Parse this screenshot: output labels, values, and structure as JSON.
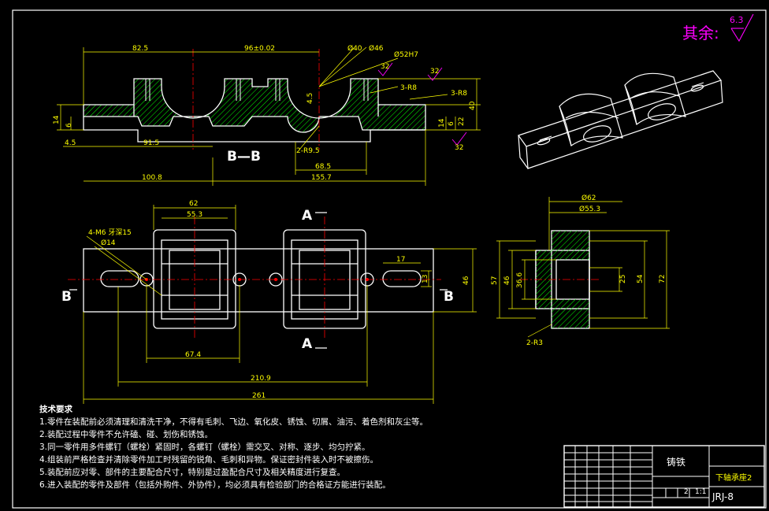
{
  "colors": {
    "outline": "#ffffff",
    "dimension": "#ffff00",
    "hatch": "#00ff00",
    "center": "#ff0000",
    "roughness": "#ff00ff",
    "frame": "#ffffff"
  },
  "surface_finish": {
    "label": "其余:",
    "value": "6.3"
  },
  "section_labels": {
    "bb_section": "B—B",
    "a_top": "A",
    "a_bottom": "A",
    "b_left": "B",
    "b_right": "B"
  },
  "dimensions": {
    "section": {
      "d82_5": "82.5",
      "d96": "96±0.02",
      "phi40": "Ø40",
      "phi46": "Ø46",
      "phi52": "Ø52H7",
      "r3_8_top": "3-R8",
      "r3_8_right": "3-R8",
      "r32a": "32",
      "r32b": "32",
      "r32c": "32",
      "h4_5": "4.5",
      "h14": "14",
      "h6": "6",
      "h14r": "14",
      "h6r": "6",
      "h22": "22",
      "h40": "40",
      "d91_5": "91.5",
      "r2_9_5": "2-R9.5",
      "d68_5": "68.5",
      "d100_8": "100.8",
      "d155_7": "155.7",
      "ab": "4.5"
    },
    "top_view": {
      "d62": "62",
      "d55_3": "55.3",
      "m6": "4-M6 牙深15",
      "phi14": "Ø14",
      "d17": "17",
      "d13": "13",
      "d46": "46",
      "d67_4": "67.4",
      "d210_9": "210.9",
      "d261": "261"
    },
    "side_view": {
      "phi62": "Ø62",
      "phi55_3": "Ø55.3",
      "d57": "57",
      "d46": "46",
      "d36_6": "36.6",
      "d25": "25",
      "d54": "54",
      "d72": "72",
      "r2_r3": "2-R3"
    }
  },
  "notes": {
    "title": "技术要求",
    "items": [
      "1.零件在装配前必须清理和清洗干净，不得有毛刺、飞边、氧化皮、锈蚀、切屑、油污、着色剂和灰尘等。",
      "2.装配过程中零件不允许磕、碰、划伤和锈蚀。",
      "3.同一零件用多件螺钉（螺栓）紧固时，各螺钉（螺栓）需交叉、对称、逐步、均匀拧紧。",
      "4.组装前严格检查并清除零件加工时残留的锐角、毛刺和异物。保证密封件装入时不被擦伤。",
      "5.装配前应对零、部件的主要配合尺寸，特别是过盈配合尺寸及相关精度进行复查。",
      "6.进入装配的零件及部件（包括外购件、外协件），均必须具有检验部门的合格证方能进行装配。"
    ]
  },
  "title_block": {
    "material": "铸铁",
    "part_name": "下轴承座2",
    "drawing_no": "JRJ-8",
    "scale": "1:1",
    "sheet": "2"
  }
}
